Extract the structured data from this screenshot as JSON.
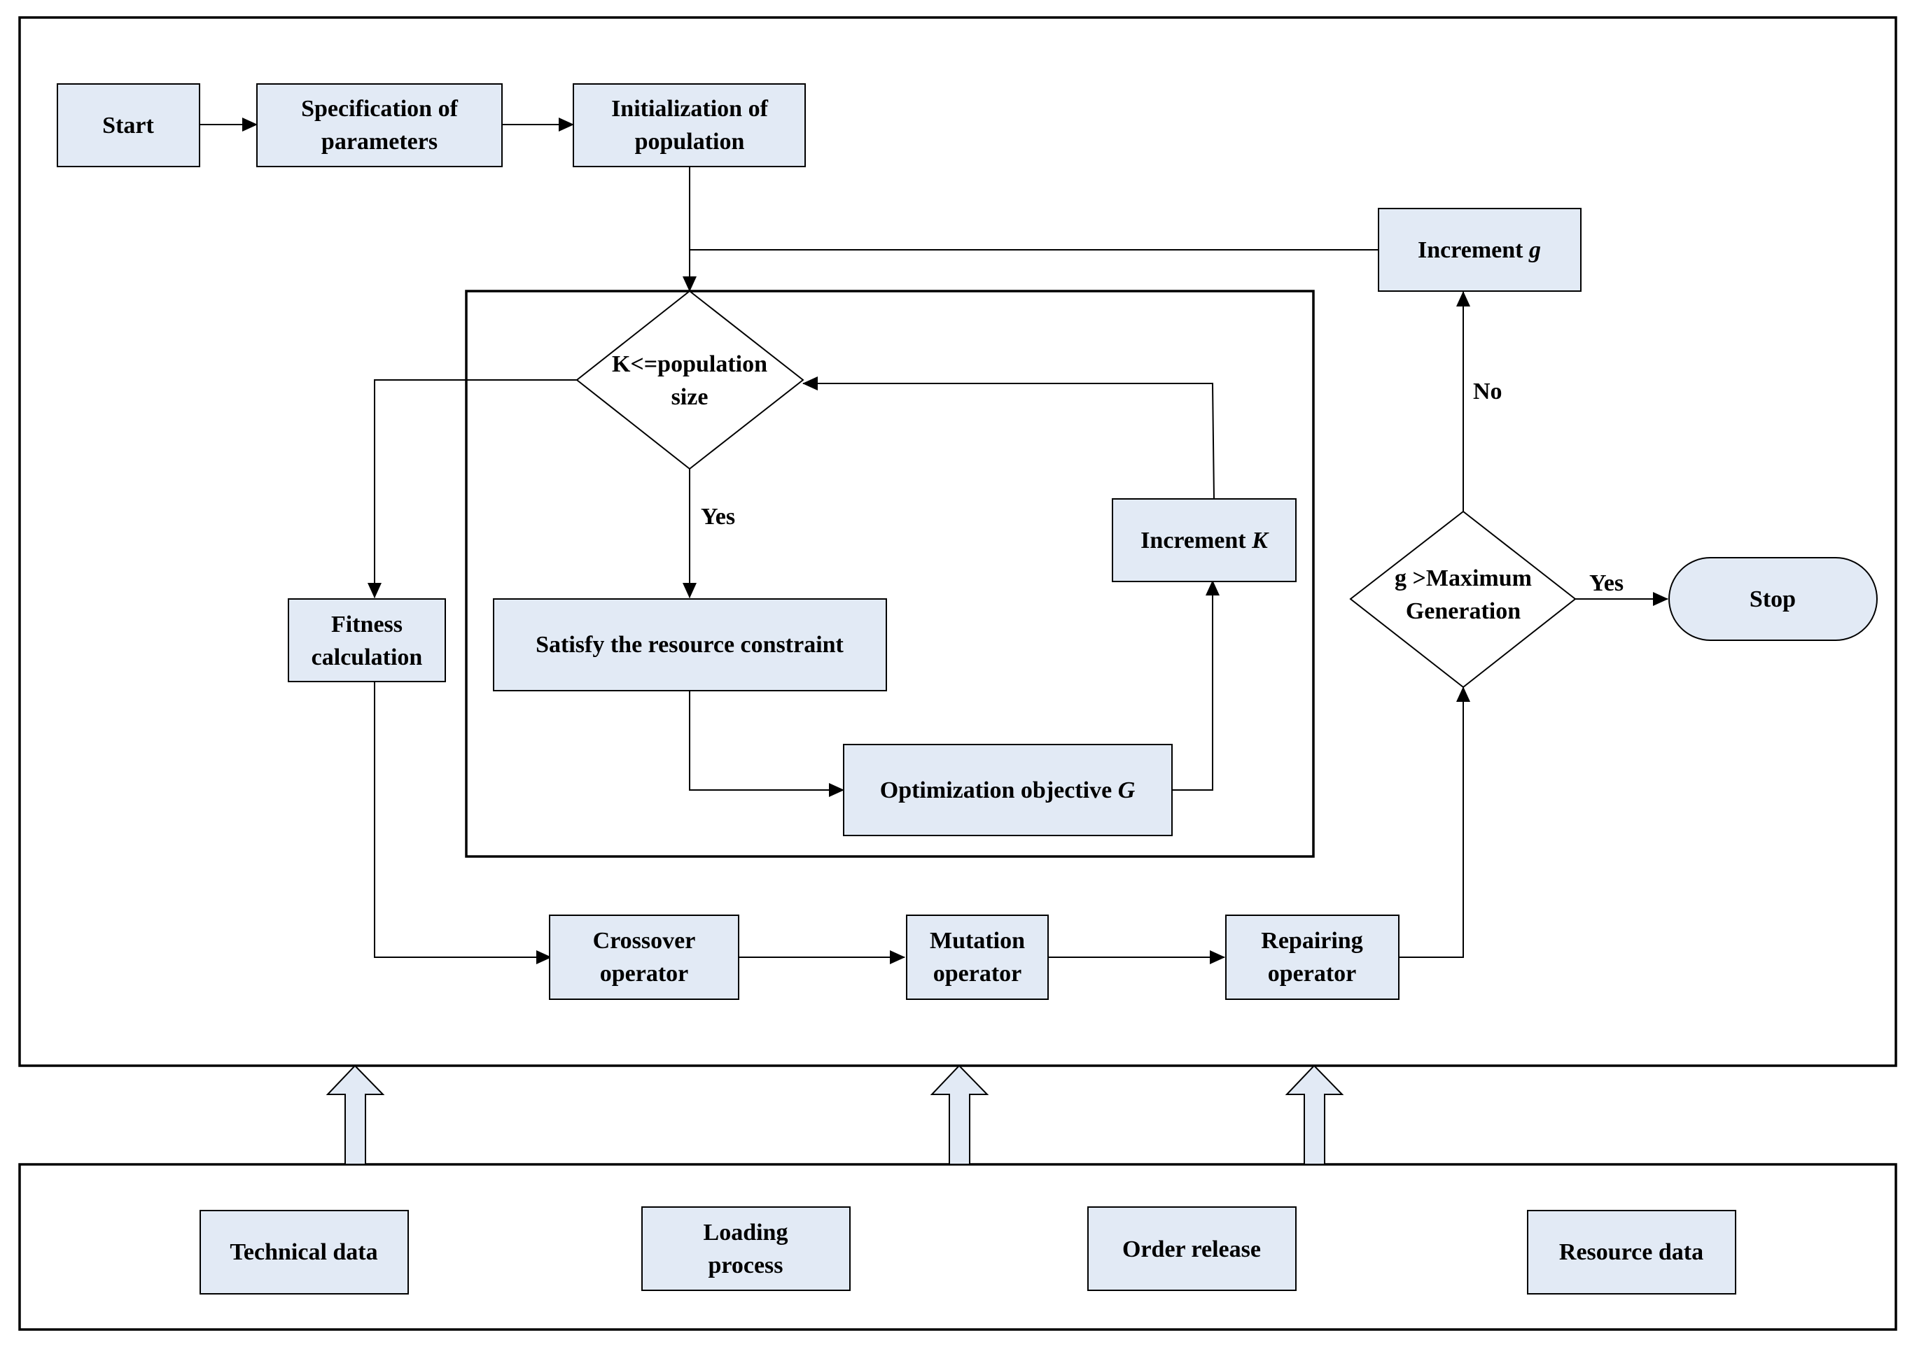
{
  "nodes": {
    "start": "Start",
    "spec_1": "Specification of",
    "spec_2": "parameters",
    "init_1": "Initialization of",
    "init_2": "population",
    "inc_g": "Increment ",
    "inc_g_var": "g",
    "cond_k_1": "K<=population",
    "cond_k_2": "size",
    "inc_k": "Increment ",
    "inc_k_var": "K",
    "fitness_1": "Fitness",
    "fitness_2": "calculation",
    "satisfy": "Satisfy the resource constraint",
    "optim": "Optimization objective ",
    "optim_var": "G",
    "cond_g_1": "g >Maximum",
    "cond_g_2": "Generation",
    "stop": "Stop",
    "cross_1": "Crossover",
    "cross_2": "operator",
    "mut_1": "Mutation",
    "mut_2": "operator",
    "rep_1": "Repairing",
    "rep_2": "operator"
  },
  "edge_labels": {
    "yes_k": "Yes",
    "no_g": "No",
    "yes_g": "Yes"
  },
  "data_inputs": {
    "technical": "Technical data",
    "loading_1": "Loading",
    "loading_2": "process",
    "order": "Order release",
    "resource": "Resource data"
  },
  "colors": {
    "box_fill": "#e2eaf5",
    "stroke": "#000000"
  }
}
